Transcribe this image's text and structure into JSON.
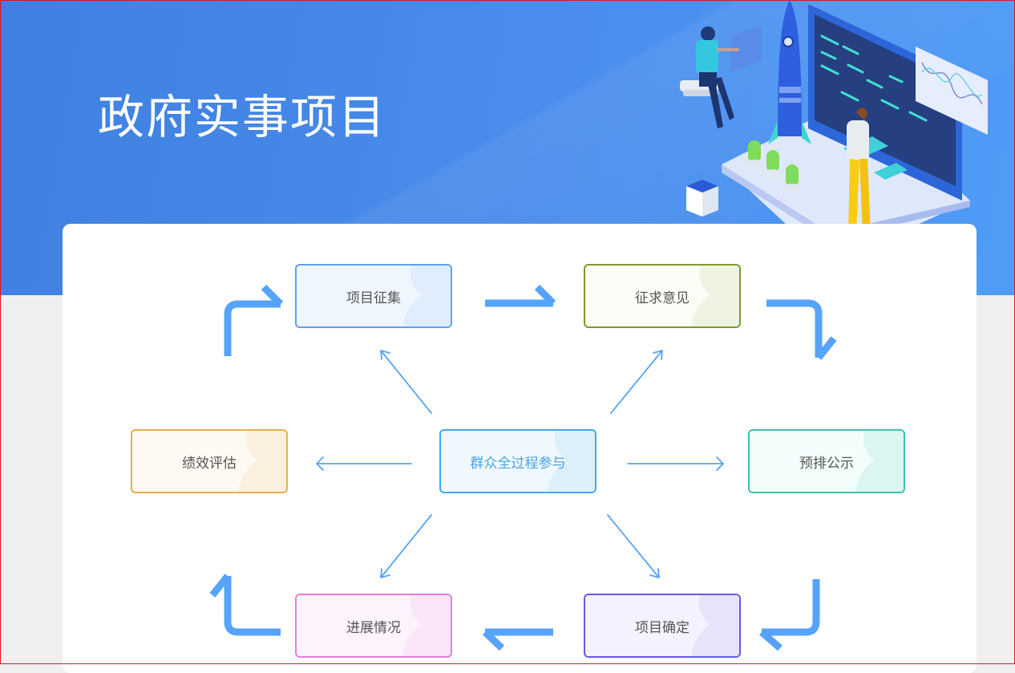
{
  "header": {
    "title": "政府实事项目",
    "illustration": "rocket-launch-team-illustration"
  },
  "diagram": {
    "center": {
      "label": "群众全过程参与",
      "border": "#3eaaf0",
      "bg": "#f0f8fe",
      "circle": "#dcf0fc",
      "text": "#4aa3e6"
    },
    "nodes": [
      {
        "id": "collect",
        "label": "项目征集",
        "border": "#5aa2f4",
        "bg": "#f0f6fe",
        "circle": "#e0edfd",
        "text": "#555555"
      },
      {
        "id": "opinion",
        "label": "征求意见",
        "border": "#7c9a2c",
        "bg": "#fbfdf6",
        "circle": "#eef3e2",
        "text": "#555555"
      },
      {
        "id": "publicity",
        "label": "预排公示",
        "border": "#3cc2b0",
        "bg": "#f3fdfb",
        "circle": "#ddf5f1",
        "text": "#555555"
      },
      {
        "id": "confirm",
        "label": "项目确定",
        "border": "#6a5ae0",
        "bg": "#f4f2fe",
        "circle": "#e6e3fb",
        "text": "#555555"
      },
      {
        "id": "progress",
        "label": "进展情况",
        "border": "#e67ed8",
        "bg": "#fdf3fc",
        "circle": "#fae6f8",
        "text": "#555555"
      },
      {
        "id": "evaluate",
        "label": "绩效评估",
        "border": "#e8ae4c",
        "bg": "#fef9f2",
        "circle": "#fbf0de",
        "text": "#555555"
      }
    ],
    "cycle_arrow_color": "#56a3fb",
    "spoke_arrow_color": "#5aa2f4",
    "cycle_order": [
      "collect",
      "opinion",
      "publicity",
      "confirm",
      "progress",
      "evaluate"
    ]
  }
}
